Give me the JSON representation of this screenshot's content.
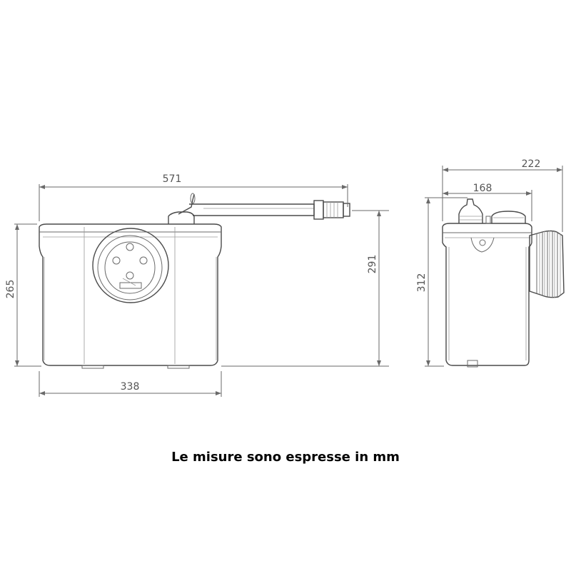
{
  "front_view": {
    "overall_width": "571",
    "body_width": "338",
    "body_height": "265",
    "outlet_height": "291"
  },
  "side_view": {
    "overall_depth": "222",
    "body_depth": "168",
    "overall_height": "312"
  },
  "caption": "Le misure sono espresse in mm"
}
